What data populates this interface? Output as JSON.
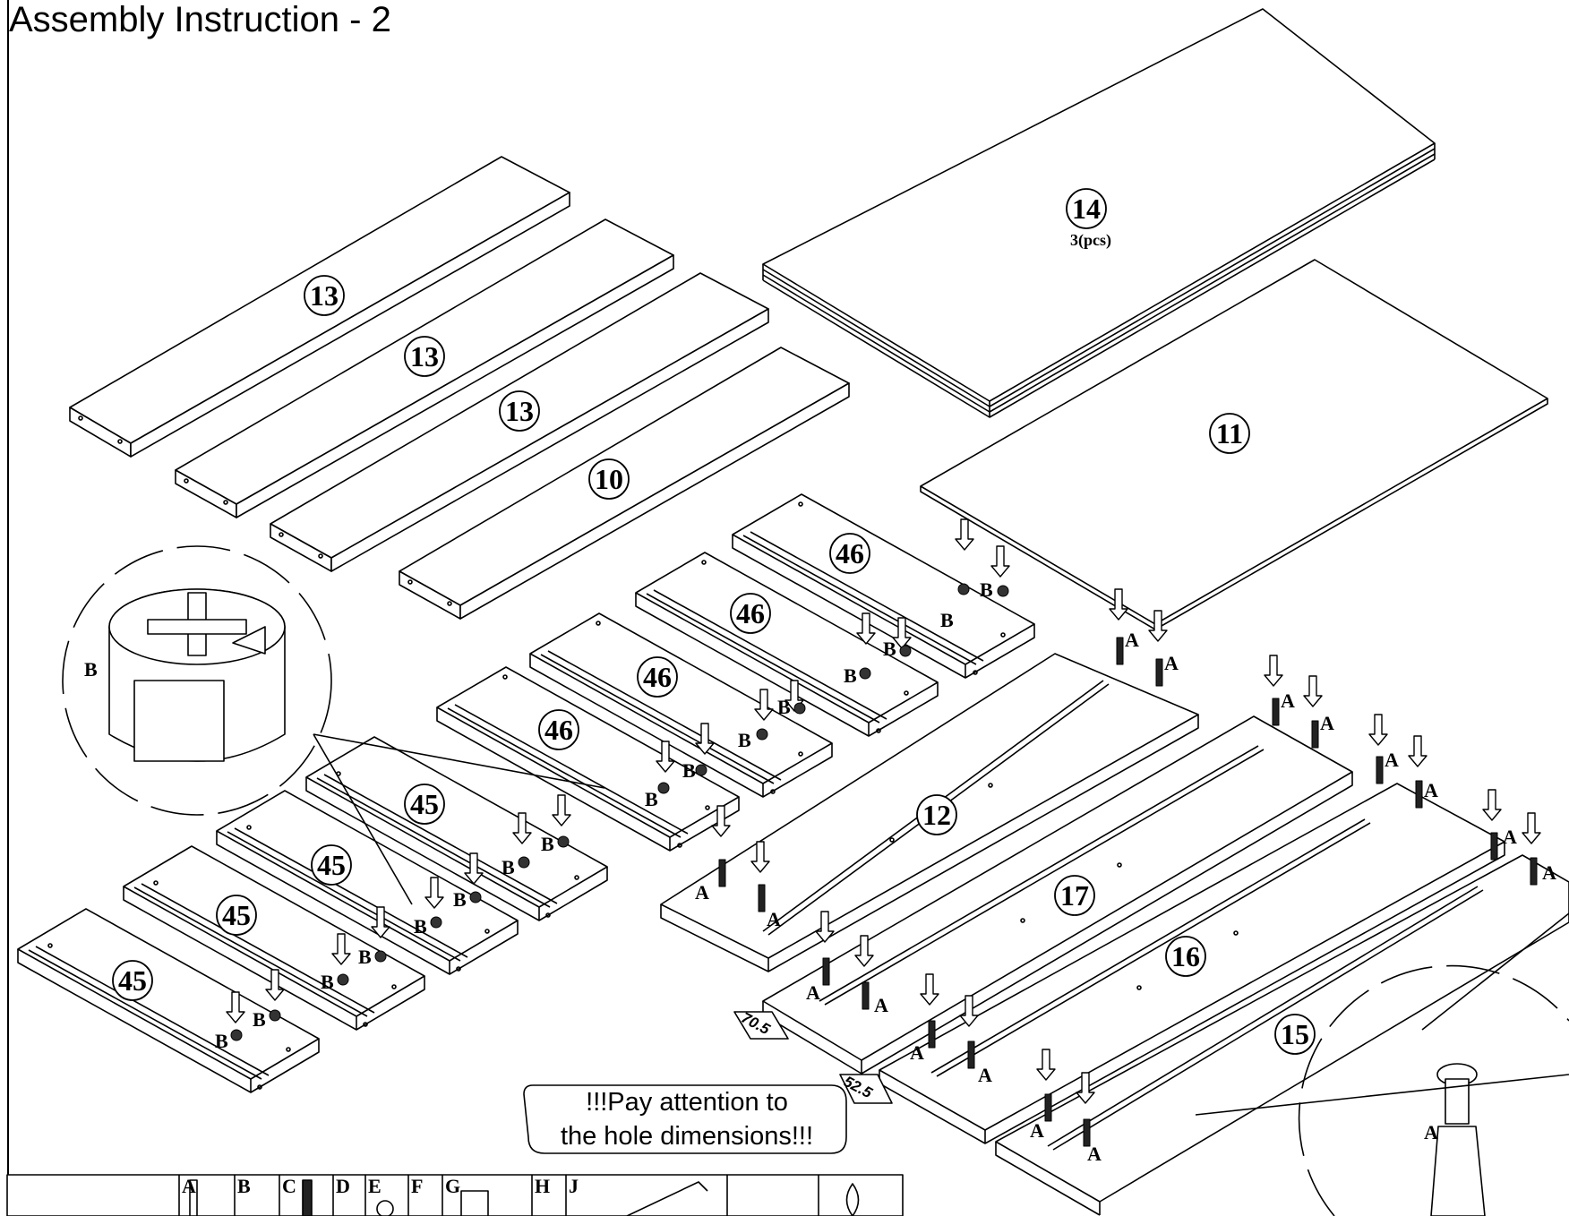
{
  "title": "Assembly Instruction - 2",
  "parts": {
    "p13a": "13",
    "p13b": "13",
    "p13c": "13",
    "p10": "10",
    "p14": "14",
    "p14_qty": "3(pcs)",
    "p11": "11",
    "p46a": "46",
    "p46b": "46",
    "p46c": "46",
    "p46d": "46",
    "p45a": "45",
    "p45b": "45",
    "p45c": "45",
    "p45d": "45",
    "p12": "12",
    "p17": "17",
    "p16": "16",
    "p15": "15"
  },
  "detail_labels": {
    "cam_lock": "B",
    "cam_dowel": "A"
  },
  "fastener_labels": {
    "dowel": "A",
    "cam": "B"
  },
  "dimensions": {
    "d1": "70.5",
    "d2": "52.5"
  },
  "note": {
    "line1": "!!!Pay attention to",
    "line2": "the hole dimensions!!!"
  },
  "hardware_table": {
    "headers": [
      "A",
      "B",
      "C",
      "D",
      "E",
      "F",
      "G",
      "H",
      "J"
    ]
  }
}
